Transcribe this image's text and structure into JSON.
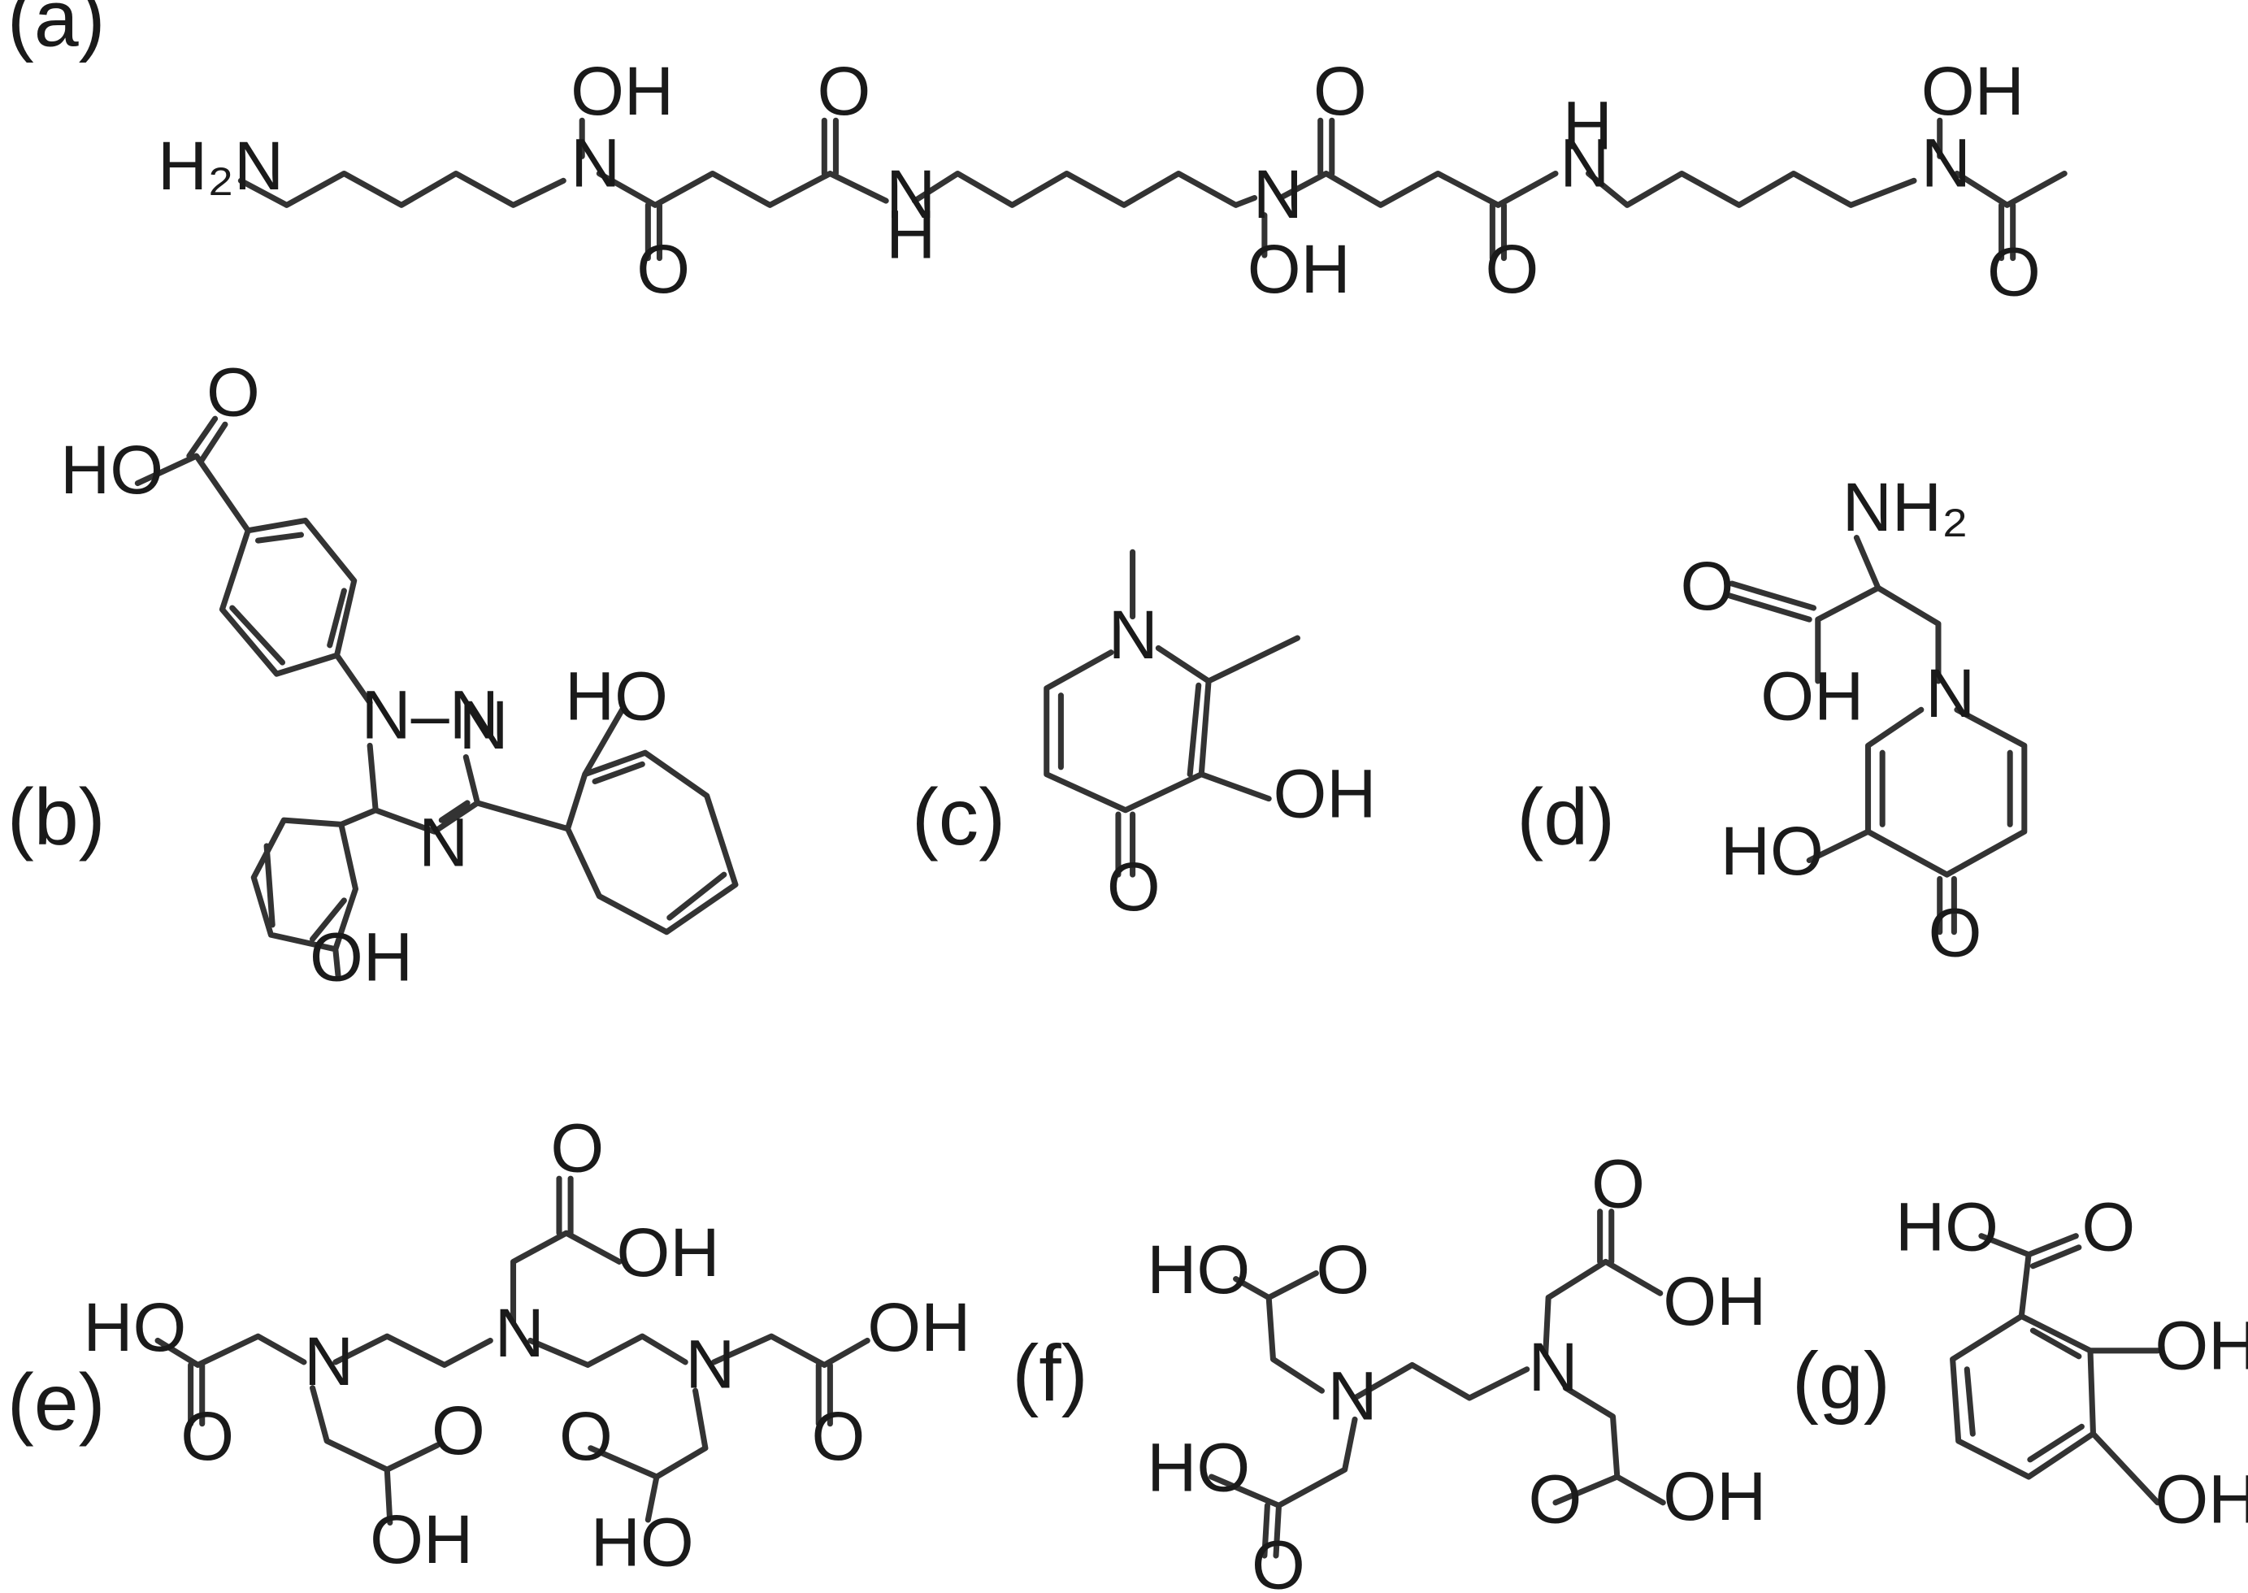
{
  "panel_labels": [
    "(a)",
    "(b)",
    "(c)",
    "(d)",
    "(e)",
    "(f)",
    "(g)"
  ],
  "atoms": {
    "oh": "OH",
    "ho": "HO",
    "o": "O",
    "n": "N",
    "h": "H",
    "nh2": "NH₂",
    "h2n": "H₂N",
    "n_n": "N–N"
  }
}
